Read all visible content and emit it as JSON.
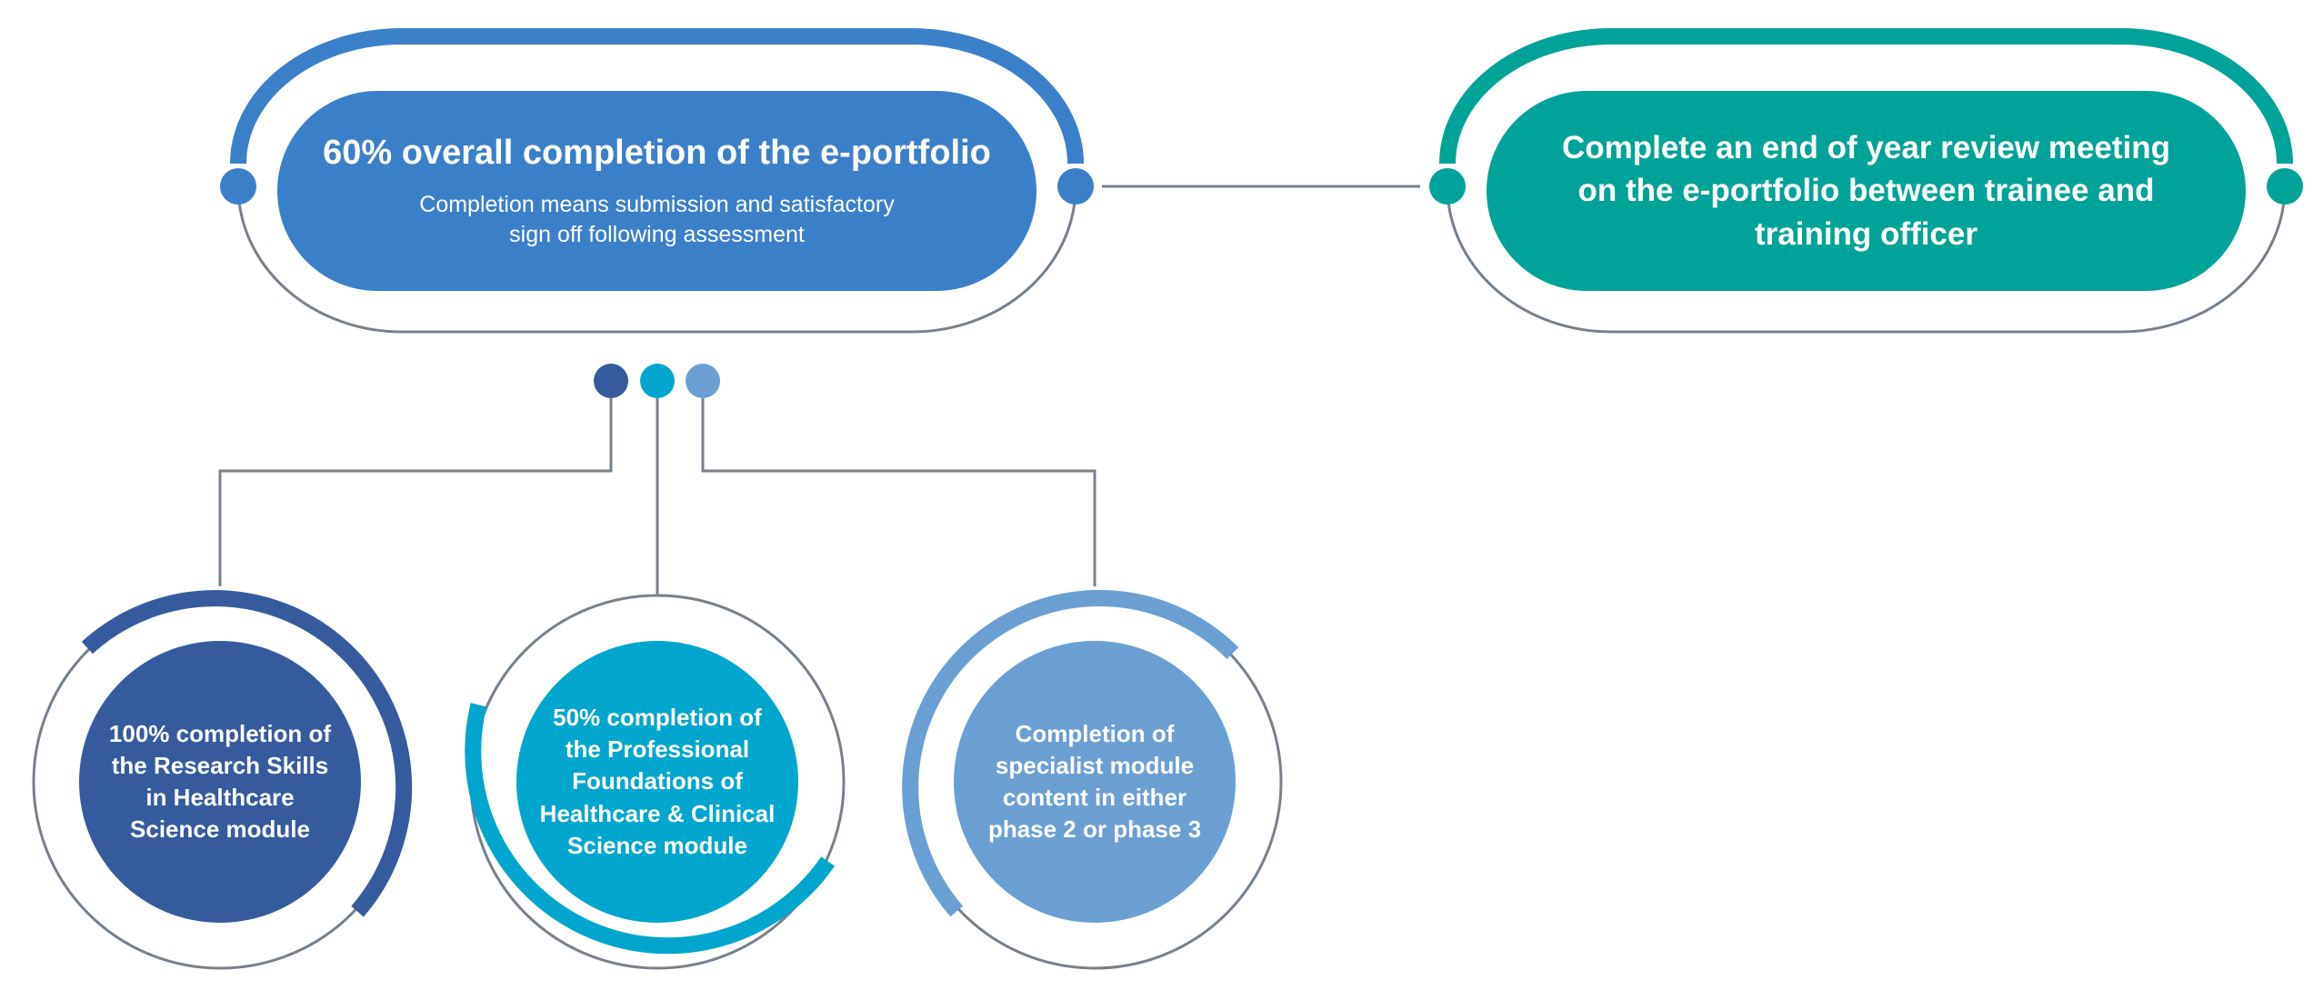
{
  "colors": {
    "blue": "#3a80c9",
    "teal": "#00a397",
    "connector": "#76808c",
    "darkBlue": "#365a9e",
    "cyan": "#00a6cd",
    "lightBlue": "#6a9fd4"
  },
  "requirement_pill": {
    "title": "60% overall completion of the e-portfolio",
    "subtitle": "Completion means submission and satisfactory sign off following assessment"
  },
  "review_pill": {
    "title": "Complete an end of year review meeting on the e-portfolio between trainee and training officer"
  },
  "sub_requirements": [
    {
      "text": "100% completion of the Research Skills in Healthcare Science module",
      "color": "darkBlue"
    },
    {
      "text": "50% completion of the Professional Foundations of Healthcare & Clinical Science module",
      "color": "cyan"
    },
    {
      "text": "Completion of specialist module content in either phase 2 or phase 3",
      "color": "lightBlue"
    }
  ]
}
